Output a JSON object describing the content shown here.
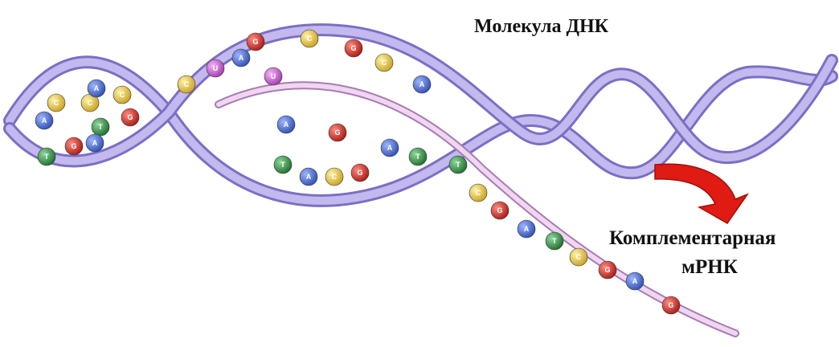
{
  "labels": {
    "title": "Молекула ДНК",
    "mrna_line1": "Комплементарная",
    "mrna_line2": "мРНК"
  },
  "colors": {
    "backbone": "#b9aee6",
    "backbone_edge": "#7b6fc4",
    "mrna_strand": "#d9b4d8",
    "arrow": "#e01b14"
  },
  "base_colors": {
    "A": "#3f63c8",
    "T": "#2e8a3e",
    "G": "#d12b22",
    "C": "#e8c53a",
    "U": "#c84fd1"
  },
  "bases": [
    "A",
    "C",
    "T",
    "G",
    "C",
    "A",
    "T",
    "C",
    "G",
    "A",
    "C",
    "U",
    "A",
    "G",
    "U",
    "A",
    "C",
    "G",
    "T",
    "A",
    "C",
    "G",
    "A",
    "T",
    "G",
    "C",
    "A",
    "T",
    "C",
    "G",
    "A",
    "T",
    "C",
    "G",
    "A",
    "G"
  ]
}
